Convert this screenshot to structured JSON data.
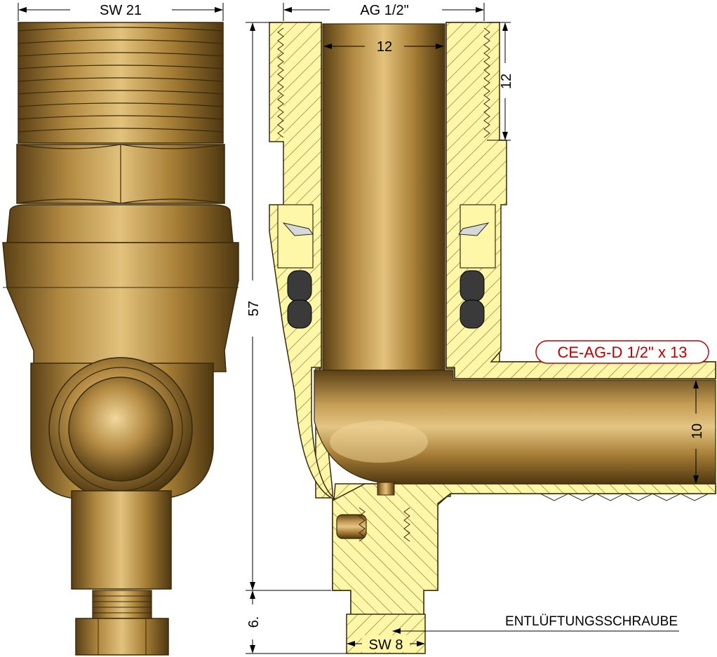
{
  "dimensions": {
    "sw21": "SW 21",
    "ag": "AG 1/2\"",
    "bore": "12",
    "thread_len": "12",
    "height": "57",
    "screw_len": "6.",
    "sw8": "SW 8",
    "outlet": "10"
  },
  "labels": {
    "part_code": "CE-AG-D 1/2\" x 13",
    "vent_screw": "ENTLÜFTUNGSSCHRAUBE"
  },
  "colors": {
    "brass": "#a8823c",
    "brass_dark": "#6b4e1c",
    "section_fill": "#fff7a8",
    "callout": "#c00000"
  }
}
